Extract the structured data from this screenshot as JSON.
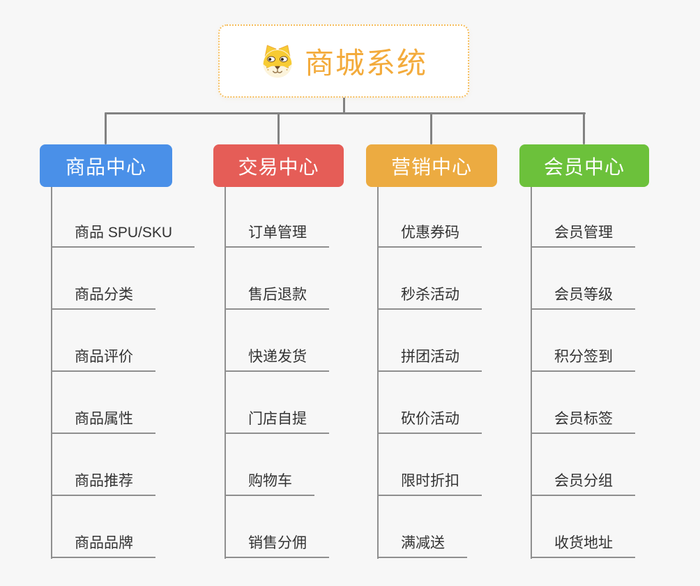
{
  "canvas": {
    "background": "#f7f7f7",
    "connector_color": "#828282",
    "spine_color": "#8f8f8f"
  },
  "root": {
    "title": "商城系统",
    "icon": "dog-face-icon",
    "text_color": "#f3ab3c",
    "border_color": "#f6bd5b",
    "background": "#ffffff"
  },
  "branches": [
    {
      "label": "商品中心",
      "color": "#4a90e8",
      "items": [
        "商品 SPU/SKU",
        "商品分类",
        "商品评价",
        "商品属性",
        "商品推荐",
        "商品品牌"
      ]
    },
    {
      "label": "交易中心",
      "color": "#e55d57",
      "items": [
        "订单管理",
        "售后退款",
        "快递发货",
        "门店自提",
        "购物车",
        "销售分佣"
      ]
    },
    {
      "label": "营销中心",
      "color": "#ecab41",
      "items": [
        "优惠券码",
        "秒杀活动",
        "拼团活动",
        "砍价活动",
        "限时折扣",
        "满减送"
      ]
    },
    {
      "label": "会员中心",
      "color": "#6cc13b",
      "items": [
        "会员管理",
        "会员等级",
        "积分签到",
        "会员标签",
        "会员分组",
        "收货地址"
      ]
    }
  ]
}
